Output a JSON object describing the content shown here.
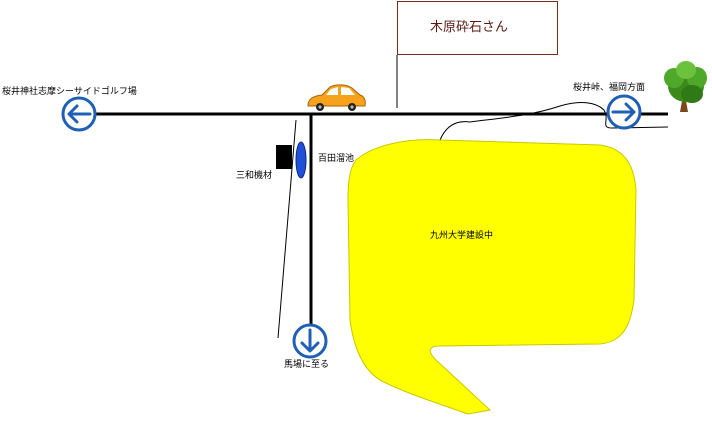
{
  "destination": {
    "name": "木原砕石さん"
  },
  "directions": {
    "west": "桜井神社志摩シーサイドゴルフ場",
    "east": "桜井峠、福岡方面",
    "south": "馬場に至る"
  },
  "landmarks": {
    "company_left_of_road": "三和機材",
    "pond": "百田溜池",
    "construction_area": "九州大学建設中"
  },
  "colors": {
    "construction_fill": "#ffff00",
    "construction_edge": "#c8c800",
    "arrow_blue": "#1f5fb4",
    "pond_blue": "#2050d8",
    "car_orange": "#f7a21b",
    "road": "#000000"
  },
  "icons": {
    "west_arrow": "arrow-left-circle-icon",
    "east_arrow": "arrow-right-circle-icon",
    "south_arrow": "arrow-down-circle-icon",
    "car": "car-icon",
    "tree": "tree-icon",
    "building": "building-icon",
    "pond": "pond-icon"
  }
}
